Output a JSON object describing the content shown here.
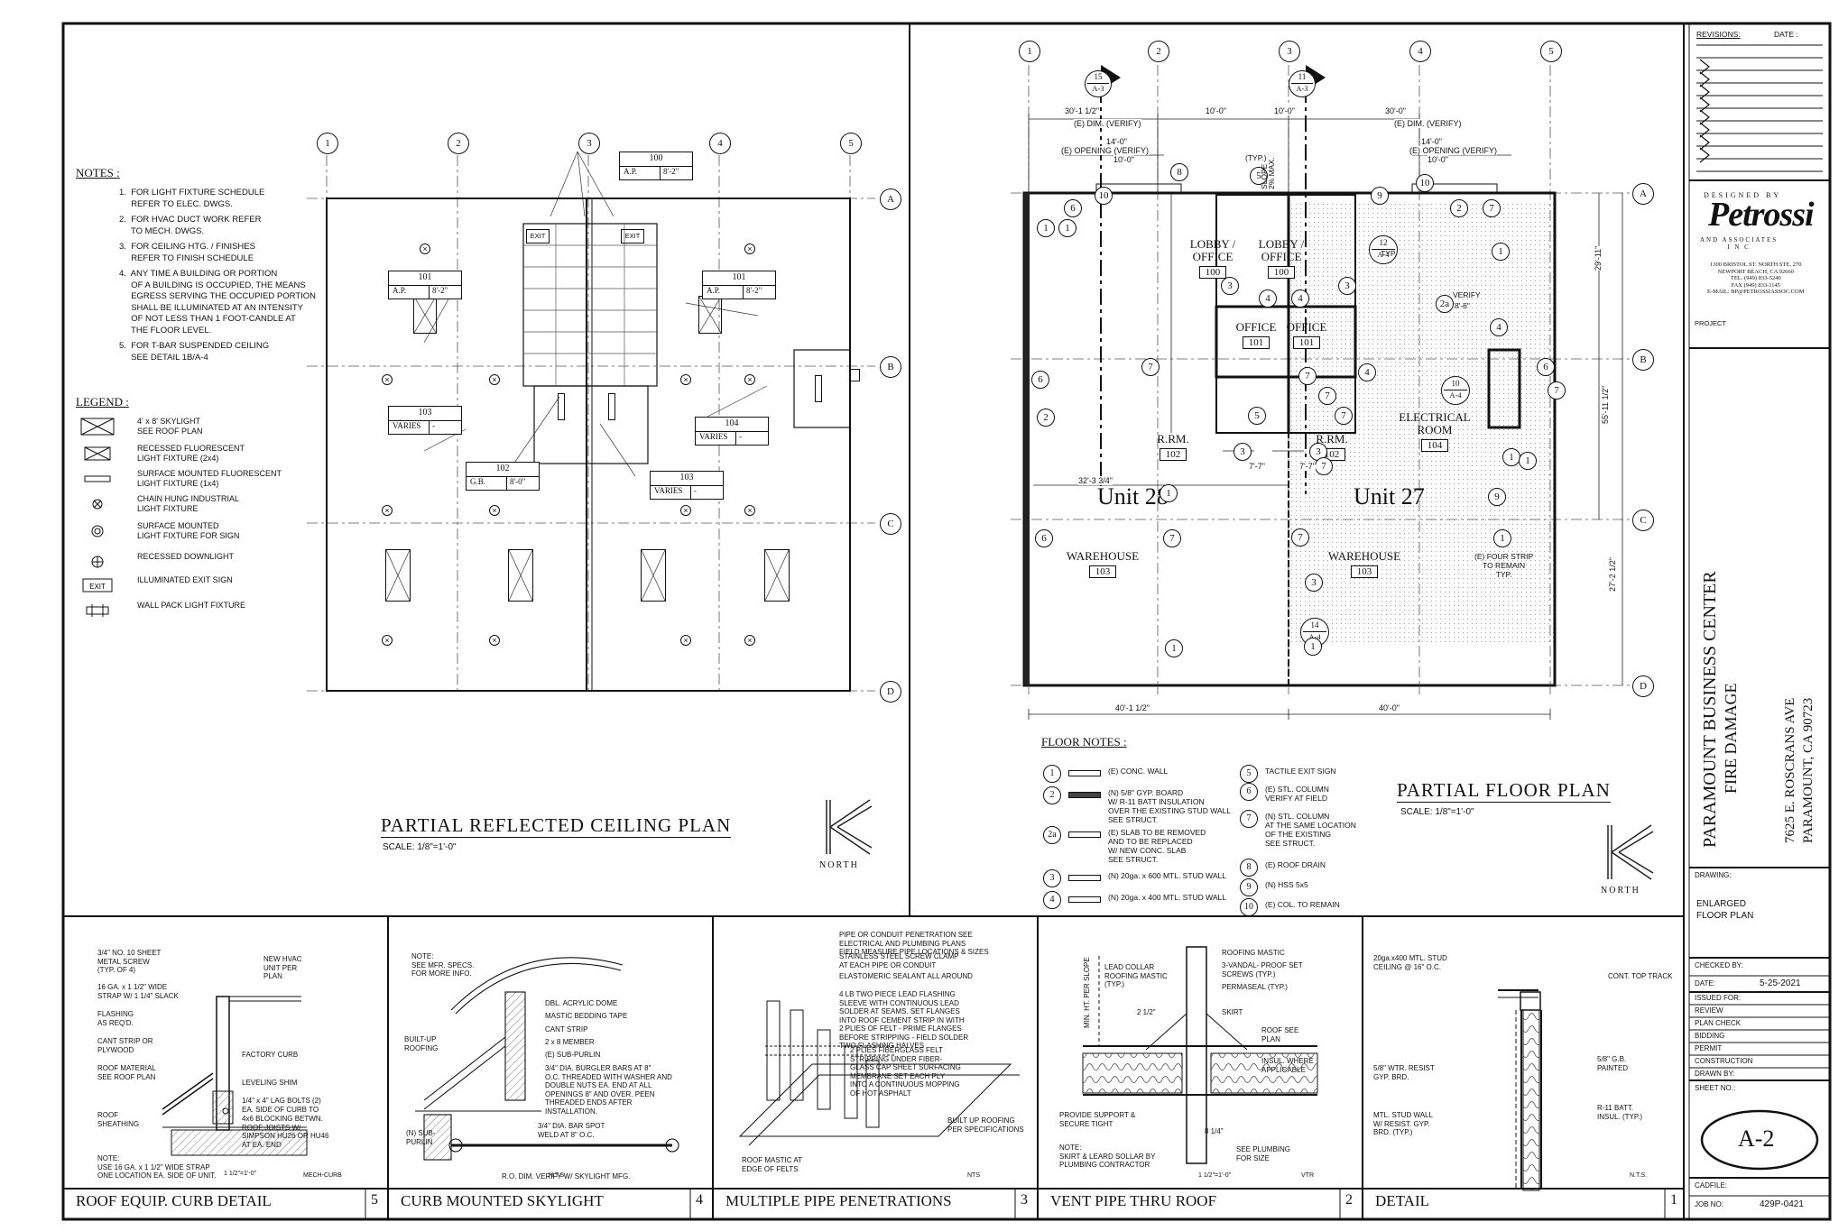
{
  "notes": {
    "title": "NOTES :",
    "items": [
      "1.  FOR LIGHT FIXTURE SCHEDULE\n     REFER TO ELEC. DWGS.",
      "2.  FOR HVAC DUCT WORK REFER\n     TO MECH. DWGS.",
      "3.  FOR CEILING HTG. / FINISHES\n     REFER TO FINISH SCHEDULE",
      "4.  ANY TIME A BUILDING OR PORTION\n     OF A BUILDING IS OCCUPIED, THE MEANS\n     EGRESS SERVING THE OCCUPIED PORTION\n     SHALL BE ILLUMINATED AT AN INTENSITY\n     OF NOT LESS THAN 1 FOOT-CANDLE AT\n     THE FLOOR LEVEL.",
      "5.  FOR T-BAR SUSPENDED CEILING\n     SEE DETAIL 1B/A-4"
    ]
  },
  "legend": {
    "title": "LEGEND :",
    "items": [
      {
        "icon": "skylight-icon",
        "label": "4' x 8' SKYLIGHT\nSEE ROOF PLAN"
      },
      {
        "icon": "recessed-fluorescent-icon",
        "label": "RECESSED FLUORESCENT\nLIGHT FIXTURE (2x4)"
      },
      {
        "icon": "surface-fluorescent-icon",
        "label": "SURFACE MOUNTED FLUORESCENT\nLIGHT FIXTURE (1x4)"
      },
      {
        "icon": "chain-hung-light-icon",
        "label": "CHAIN HUNG INDUSTRIAL\nLIGHT FIXTURE"
      },
      {
        "icon": "sign-light-icon",
        "label": "SURFACE MOUNTED\nLIGHT FIXTURE FOR SIGN"
      },
      {
        "icon": "recessed-downlight-icon",
        "label": "RECESSED DOWNLIGHT"
      },
      {
        "icon": "exit-sign-icon",
        "label": "ILLUMINATED EXIT SIGN"
      },
      {
        "icon": "wall-pack-icon",
        "label": "WALL PACK LIGHT FIXTURE"
      }
    ],
    "exit_text": "EXIT"
  },
  "rcp": {
    "title": "PARTIAL  REFLECTED  CEILING  PLAN",
    "scale": "SCALE: 1/8\"=1'-0\"",
    "grid_numbers": [
      "1",
      "2",
      "3",
      "4",
      "5"
    ],
    "grid_letters": [
      "A",
      "B",
      "C",
      "D"
    ],
    "exit_text": "EXIT",
    "tags": [
      {
        "num": "100",
        "mat": "A.P.",
        "ht": "8'-2\""
      },
      {
        "num": "101",
        "mat": "A.P.",
        "ht": "8'-2\""
      },
      {
        "num": "101",
        "mat": "A.P.",
        "ht": "8'-2\""
      },
      {
        "num": "103",
        "mat": "VARIES",
        "ht": "-"
      },
      {
        "num": "104",
        "mat": "VARIES",
        "ht": "-"
      },
      {
        "num": "102",
        "mat": "G.B.",
        "ht": "8'-0\""
      },
      {
        "num": "103",
        "mat": "VARIES",
        "ht": "-"
      }
    ]
  },
  "north": "NORTH",
  "floor_plan": {
    "title": "PARTIAL  FLOOR  PLAN",
    "scale": "SCALE: 1/8\"=1'-0\"",
    "grid_numbers": [
      "1",
      "2",
      "3",
      "4",
      "5"
    ],
    "grid_letters": [
      "A",
      "B",
      "C",
      "D"
    ],
    "units": [
      "Unit 28",
      "Unit 27"
    ],
    "rooms": [
      {
        "name": "LOBBY /\nOFFICE",
        "num": "100"
      },
      {
        "name": "LOBBY /\nOFFICE",
        "num": "100"
      },
      {
        "name": "OFFICE",
        "num": "101"
      },
      {
        "name": "OFFICE",
        "num": "101"
      },
      {
        "name": "R.RM.",
        "num": "102"
      },
      {
        "name": "R.RM.",
        "num": "102"
      },
      {
        "name": "ELECTRICAL\nROOM",
        "num": "104"
      },
      {
        "name": "WAREHOUSE",
        "num": "103"
      },
      {
        "name": "WAREHOUSE",
        "num": "103"
      }
    ],
    "section_marks": [
      {
        "num": "15",
        "sheet": "A-3"
      },
      {
        "num": "11",
        "sheet": "A-3"
      }
    ],
    "callouts": [
      {
        "num": "12",
        "sheet": "A-4"
      },
      {
        "num": "10",
        "sheet": "A-4"
      },
      {
        "num": "14",
        "sheet": "A-4"
      }
    ],
    "dims": [
      "30'-1 1/2\"",
      "10'-0\"",
      "10'-0\"",
      "30'-0\"",
      "(E) DIM. (VERIFY)",
      "(E) DIM. (VERIFY)",
      "14'-0\"",
      "14'-0\"",
      "(E) OPENING (VERIFY)",
      "(E) OPENING (VERIFY)",
      "10'-0\"",
      "10'-0\"",
      "40'-1 1/2\"",
      "40'-0\"",
      "32'-3 3/4\"",
      "7'-7\"",
      "7'-7\"",
      "29'-11\"",
      "55'-11 1/2\"",
      "27'-2 1/2\""
    ],
    "annotations": [
      "TYP.",
      "(TYP.)",
      "VERIFY",
      "8'-6\"",
      "SLOPE",
      "2% MAX.",
      "(E) FOUR STRIP\nTO REMAIN\nTYP."
    ]
  },
  "floor_notes": {
    "title": "FLOOR NOTES :",
    "items": [
      {
        "key": "1",
        "text": "(E) CONC. WALL"
      },
      {
        "key": "2",
        "text": "(N) 5/8\" GYP. BOARD\nW/ R-11 BATT INSULATION\nOVER THE EXISTING STUD WALL\nSEE STRUCT."
      },
      {
        "key": "2a",
        "text": "(E) SLAB TO BE REMOVED\nAND TO BE REPLACED\nW/ NEW CONC. SLAB\nSEE STRUCT."
      },
      {
        "key": "3",
        "text": "(N) 20ga. x 600 MTL. STUD WALL"
      },
      {
        "key": "4",
        "text": "(N) 20ga. x 400 MTL. STUD WALL"
      },
      {
        "key": "5",
        "text": "TACTILE EXIT SIGN"
      },
      {
        "key": "6",
        "text": "(E) STL. COLUMN\nVERIFY AT FIELD"
      },
      {
        "key": "7",
        "text": "(N) STL. COLUMN\nAT THE SAME LOCATION\nOF THE EXISTING\nSEE STRUCT."
      },
      {
        "key": "8",
        "text": "(E) ROOF DRAIN"
      },
      {
        "key": "9",
        "text": "(N) HSS 5x5"
      },
      {
        "key": "10",
        "text": "(E) COL. TO REMAIN"
      }
    ]
  },
  "details": [
    {
      "title": "ROOF EQUIP. CURB DETAIL",
      "num": "5",
      "labels": [
        "3/4\" NO. 10 SHEET\nMETAL SCREW\n(TYP. OF 4)",
        "NEW HVAC\nUNIT PER\nPLAN",
        "16 GA. x 1 1/2\" WIDE\nSTRAP W/ 1 1/4\" SLACK",
        "FLASHING\nAS REQ'D.",
        "CANT STRIP OR\nPLYWOOD",
        "FACTORY CURB",
        "ROOF MATERIAL\nSEE ROOF PLAN",
        "LEVELING SHIM",
        "ROOF\nSHEATHING",
        "1/4\" x 4\" LAG BOLTS (2)\nEA. SIDE OF CURB TO",
        "4x6 BLOCKING BETWN.\nROOF JOISTS W/\nSIMPSON HU26 OR HU46\nAT EA. END",
        "NOTE:\nUSE 16 GA. x 1 1/2\" WIDE STRAP\nONE LOCATION EA. SIDE OF UNIT."
      ],
      "scale": "1 1/2\"=1'-0\"",
      "tag": "MECH-CURB"
    },
    {
      "title": "CURB MOUNTED SKYLIGHT",
      "num": "4",
      "labels": [
        "NOTE:\nSEE MFR. SPECS.\nFOR MORE INFO.",
        "DBL. ACRYLIC DOME",
        "MASTIC BEDDING TAPE",
        "CANT STRIP",
        "2 x 8 MEMBER",
        "(E) SUB-PURLIN",
        "BUILT-UP\nROOFING",
        "3/4\" DIA. BURGLER BARS AT 8\"\nO.C. THREADED WITH WASHER AND\nDOUBLE NUTS EA. END AT ALL\nOPENINGS 8\" AND OVER. PEEN\nTHREADED ENDS AFTER\nINSTALLATION.",
        "3/4\" DIA. BAR SPOT\nWELD AT 8\" O.C.",
        "(N) SUB-\nPURLIN",
        "R.O. DIM. VERIFY W/ SKYLIGHT MFG."
      ],
      "scale": "N.T.S."
    },
    {
      "title": "MULTIPLE PIPE PENETRATIONS",
      "num": "3",
      "labels": [
        "PIPE OR CONDUIT PENETRATION SEE\nELECTRICAL AND PLUMBING PLANS\nFIELD MEASURE PIPE LOCATIONS & SIZES",
        "STAINLESS STEEL SCREW CLAMP\nAT EACH PIPE OR CONDUIT",
        "ELASTOMERIC SEALANT ALL AROUND",
        "4 LB TWO PIECE LEAD FLASHING\nSLEEVE WITH CONTINUOUS LEAD\nSOLDER AT SEAMS. SET FLANGES\nINTO ROOF CEMENT STRIP IN WITH\n2 PLIES OF FELT - PRIME FLANGES\nBEFORE STRIPPING - FIELD SOLDER\nTWO FLASHING HALVES",
        "2 PLIES FIBERGLASS FELT\nSTRIPPING UNDER FIBER-\nGLASS CAP SHEET SURFACING\nMEMBRANE SET EACH PLY\nINTO A CONTINUOUS MOPPING\nOF HOT ASPHALT",
        "BUILT UP ROOFING\nPER SPECIFICATIONS",
        "ROOF MASTIC AT\nEDGE OF FELTS"
      ],
      "scale": "NTS"
    },
    {
      "title": "VENT PIPE THRU ROOF",
      "num": "2",
      "labels": [
        "LEAD COLLAR\nROOFING MASTIC\n(TYP.)",
        "ROOFING MASTIC",
        "3-VANDAL- PROOF SET\nSCREWS (TYP.)",
        "PERMASEAL (TYP.)",
        "SKIRT",
        "ROOF SEE\nPLAN",
        "INSUL. WHERE\nAPPLICABLE",
        "MIN. HT. PER SLOPE",
        "PROVIDE SUPPORT &\nSECURE TIGHT",
        "SEE PLUMBING\nFOR SIZE",
        "8 1/4\"",
        "NOTE:\nSKIRT & LEARD SOLLAR BY\nPLUMBING CONTRACTOR",
        "2 1/2\""
      ],
      "scale": "1 1/2\"=1'-0\"",
      "tag": "VTR"
    },
    {
      "title": "DETAIL",
      "num": "1",
      "labels": [
        "20ga.x400 MTL. STUD\nCEILING @ 16\" O.C.",
        "CONT. TOP TRACK",
        "5/8\" WTR. RESIST\nGYP. BRD.",
        "5/8\" G.B.\nPAINTED",
        "MTL. STUD WALL\nW/ RESIST. GYP.\nBRD. (TYP.)",
        "R-11 BATT.\nINSUL. (TYP.)"
      ],
      "scale": "N.T.S."
    }
  ],
  "title_block": {
    "revisions_label": "REVISIONS:",
    "date_label": "DATE :",
    "designed_by": "DESIGNED BY",
    "firm_name": "Petrossi",
    "firm_sub": "AND ASSOCIATES\nI N C",
    "firm_address": "1300 BRISTOL ST. NORTH STE. 270\nNEWPORT BEACH, CA 92660\nTEL. (949) 833-5240\nFAX (949) 833-1145\nE-MAIL: BP@PETROSSIASSOC.COM",
    "project_label": "PROJECT",
    "project_name": "PARAMOUNT BUSINESS CENTER",
    "project_sub": "FIRE DAMAGE",
    "project_address1": "7625 E. ROSCRANS AVE",
    "project_address2": "PARAMOUNT, CA 90723",
    "drawing_label": "DRAWING:",
    "drawing_name": "ENLARGED\nFLOOR PLAN",
    "checked_by_label": "CHECKED BY:",
    "date_row_label": "DATE:",
    "date_value": "5-25-2021",
    "issued_label": "ISSUED FOR:",
    "issued_items": [
      "REVIEW",
      "PLAN CHECK",
      "BIDDING",
      "PERMIT",
      "CONSTRUCTION",
      "DRAWN BY:"
    ],
    "sheet_no_label": "SHEET NO.:",
    "sheet_no": "A-2",
    "cadfile_label": "CADFILE:",
    "job_no_label": "JOB NO:",
    "job_no": "429P-0421"
  }
}
